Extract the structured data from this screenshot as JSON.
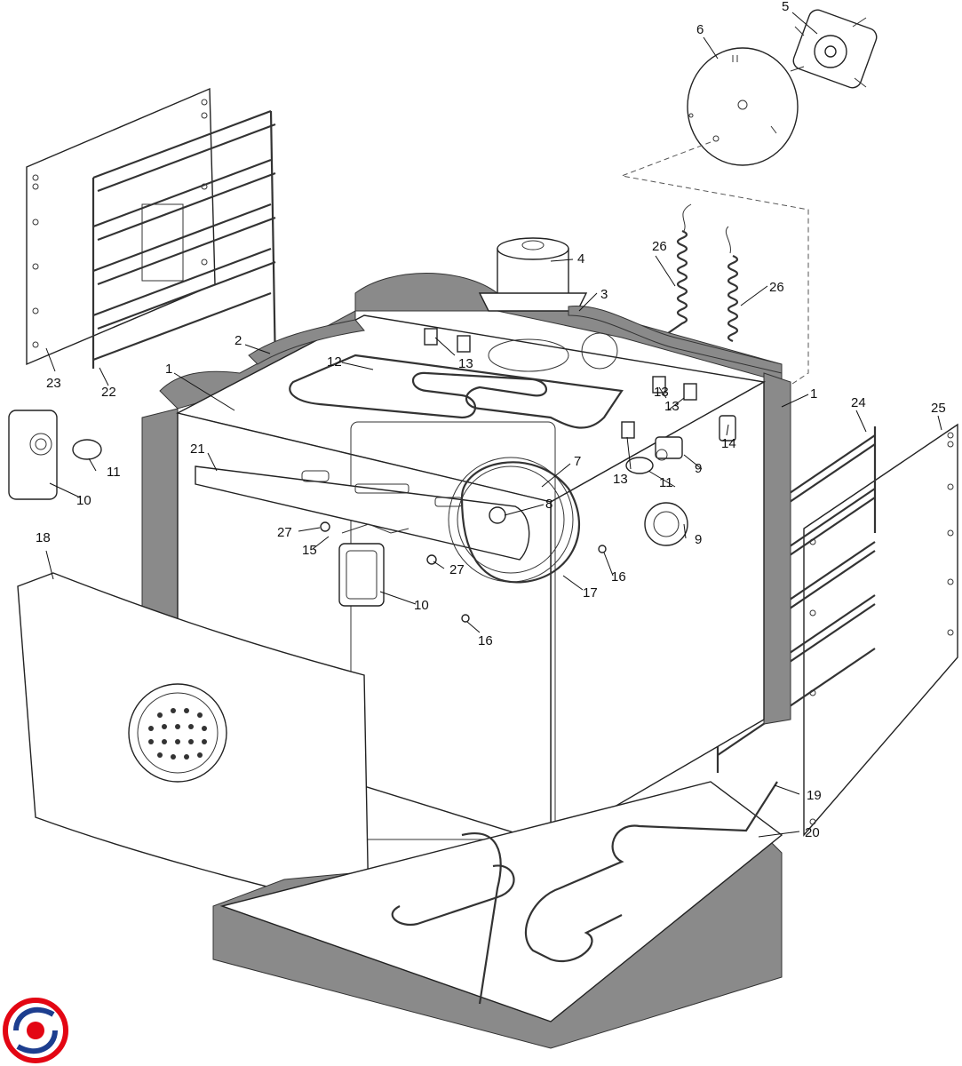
{
  "diagram": {
    "callouts": [
      {
        "id": "c-5",
        "label": "5"
      },
      {
        "id": "c-6",
        "label": "6"
      },
      {
        "id": "c-4",
        "label": "4"
      },
      {
        "id": "c-26a",
        "label": "26"
      },
      {
        "id": "c-26b",
        "label": "26"
      },
      {
        "id": "c-3",
        "label": "3"
      },
      {
        "id": "c-2",
        "label": "2"
      },
      {
        "id": "c-1a",
        "label": "1"
      },
      {
        "id": "c-1b",
        "label": "1"
      },
      {
        "id": "c-12",
        "label": "12"
      },
      {
        "id": "c-13a",
        "label": "13"
      },
      {
        "id": "c-13b",
        "label": "13"
      },
      {
        "id": "c-13c",
        "label": "13"
      },
      {
        "id": "c-13d",
        "label": "13"
      },
      {
        "id": "c-14",
        "label": "14"
      },
      {
        "id": "c-24",
        "label": "24"
      },
      {
        "id": "c-25",
        "label": "25"
      },
      {
        "id": "c-23",
        "label": "23"
      },
      {
        "id": "c-22",
        "label": "22"
      },
      {
        "id": "c-11a",
        "label": "11"
      },
      {
        "id": "c-11b",
        "label": "11"
      },
      {
        "id": "c-10a",
        "label": "10"
      },
      {
        "id": "c-10b",
        "label": "10"
      },
      {
        "id": "c-21",
        "label": "21"
      },
      {
        "id": "c-7",
        "label": "7"
      },
      {
        "id": "c-8",
        "label": "8"
      },
      {
        "id": "c-9a",
        "label": "9"
      },
      {
        "id": "c-9b",
        "label": "9"
      },
      {
        "id": "c-27a",
        "label": "27"
      },
      {
        "id": "c-27b",
        "label": "27"
      },
      {
        "id": "c-15",
        "label": "15"
      },
      {
        "id": "c-16a",
        "label": "16"
      },
      {
        "id": "c-16b",
        "label": "16"
      },
      {
        "id": "c-17",
        "label": "17"
      },
      {
        "id": "c-18",
        "label": "18"
      },
      {
        "id": "c-19",
        "label": "19"
      },
      {
        "id": "c-20",
        "label": "20"
      }
    ]
  },
  "logo": {
    "icon": "brand-logo-icon",
    "colors": [
      "#e30613",
      "#1d3e8f"
    ]
  }
}
